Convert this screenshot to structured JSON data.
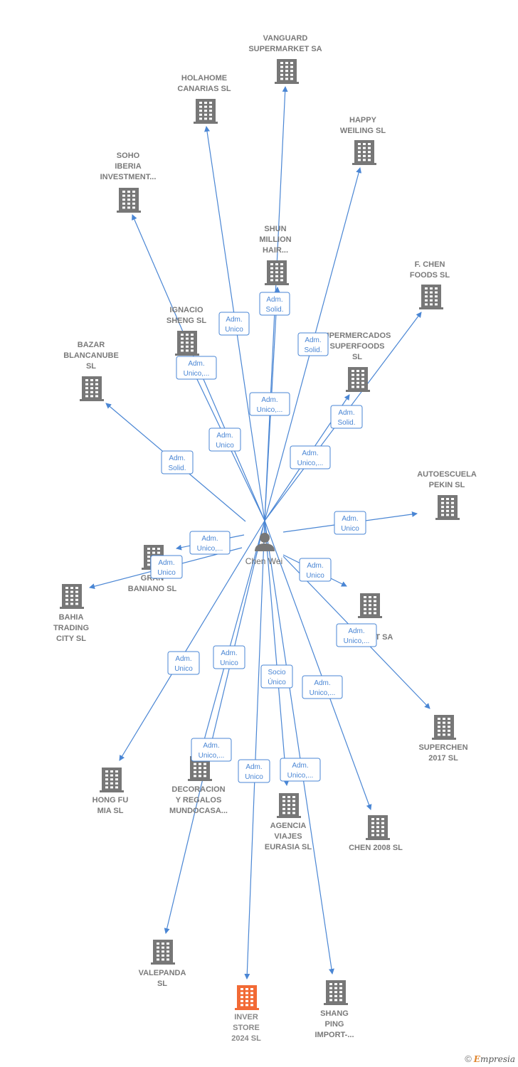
{
  "colors": {
    "edge": "#4a86d4",
    "building": "#777777",
    "highlight": "#f26a35",
    "person": "#777777"
  },
  "center": {
    "label": "Chen Wei",
    "icon": "person-icon"
  },
  "companies": [
    {
      "id": "vanguard",
      "lines": [
        "VANGUARD",
        "SUPERMARKET SA"
      ]
    },
    {
      "id": "holahome",
      "lines": [
        "HOLAHOME",
        "CANARIAS  SL"
      ]
    },
    {
      "id": "happy",
      "lines": [
        "HAPPY",
        "WEILING  SL"
      ]
    },
    {
      "id": "soho",
      "lines": [
        "SOHO",
        "IBERIA",
        "INVESTMENT..."
      ]
    },
    {
      "id": "shun",
      "lines": [
        "SHUN",
        "MILLION",
        "HAIR..."
      ]
    },
    {
      "id": "fchen",
      "lines": [
        "F.  CHEN",
        "FOODS  SL"
      ]
    },
    {
      "id": "ignacio",
      "lines": [
        "IGNACIO",
        "SHENG  SL"
      ]
    },
    {
      "id": "superfoods",
      "lines": [
        "UPERMERCADOS",
        "SUPERFOODS",
        "SL"
      ]
    },
    {
      "id": "bazar",
      "lines": [
        "BAZAR",
        "BLANCANUBE",
        "SL"
      ]
    },
    {
      "id": "autoescuela",
      "lines": [
        "AUTOESCUELA",
        "PEKIN SL"
      ]
    },
    {
      "id": "gran",
      "lines": [
        "GRAN",
        "BANIANO SL"
      ]
    },
    {
      "id": "bahia",
      "lines": [
        "BAHIA",
        "TRADING",
        "CITY SL"
      ]
    },
    {
      "id": "supermarket",
      "lines": [
        "A",
        "S...RKET SA"
      ]
    },
    {
      "id": "superchen",
      "lines": [
        "SUPERCHEN",
        "2017  SL"
      ]
    },
    {
      "id": "hongfu",
      "lines": [
        "HONG FU",
        "MIA  SL"
      ]
    },
    {
      "id": "decoracion",
      "lines": [
        "DECORACION",
        "Y REGALOS",
        "MUNDOCASA..."
      ]
    },
    {
      "id": "agencia",
      "lines": [
        "AGENCIA",
        "VIAJES",
        "EURASIA  SL"
      ]
    },
    {
      "id": "chen2008",
      "lines": [
        "CHEN 2008  SL"
      ]
    },
    {
      "id": "valepanda",
      "lines": [
        "VALEPANDA",
        "SL"
      ]
    },
    {
      "id": "inverstore",
      "lines": [
        "INVER",
        "STORE",
        "2024  SL"
      ],
      "highlight": true
    },
    {
      "id": "shangping",
      "lines": [
        "SHANG",
        "PING",
        "IMPORT-..."
      ]
    }
  ],
  "edges": [
    {
      "to": "vanguard",
      "lines": [
        "Adm.",
        "Solid."
      ]
    },
    {
      "to": "holahome",
      "lines": [
        "Adm.",
        "Unico"
      ]
    },
    {
      "to": "happy",
      "lines": [
        "Adm.",
        "Solid."
      ]
    },
    {
      "to": "soho",
      "lines": [
        "Adm.",
        "Unico,..."
      ]
    },
    {
      "to": "shun",
      "lines": [
        "Adm.",
        "Unico,..."
      ]
    },
    {
      "to": "fchen",
      "lines": [
        "Adm.",
        "Unico,..."
      ]
    },
    {
      "to": "ignacio",
      "lines": [
        "Adm.",
        "Unico"
      ]
    },
    {
      "to": "superfoods",
      "lines": [
        "Adm.",
        "Solid."
      ]
    },
    {
      "to": "bazar",
      "lines": [
        "Adm.",
        "Solid."
      ]
    },
    {
      "to": "autoescuela",
      "lines": [
        "Adm.",
        "Unico"
      ]
    },
    {
      "to": "gran",
      "lines": [
        "Adm.",
        "Unico,..."
      ]
    },
    {
      "to": "bahia",
      "lines": [
        "Adm.",
        "Unico"
      ]
    },
    {
      "to": "supermarket",
      "lines": [
        "Adm.",
        "Unico"
      ]
    },
    {
      "to": "superchen",
      "lines": [
        "Adm.",
        "Unico,..."
      ]
    },
    {
      "to": "hongfu",
      "lines": [
        "Adm.",
        "Unico"
      ]
    },
    {
      "to": "decoracion",
      "lines": [
        "Adm.",
        "Unico"
      ]
    },
    {
      "to": "agencia",
      "lines": [
        "Socio",
        "Único"
      ]
    },
    {
      "to": "chen2008",
      "lines": [
        "Adm.",
        "Unico,..."
      ]
    },
    {
      "to": "valepanda",
      "lines": [
        "Adm.",
        "Unico,..."
      ]
    },
    {
      "to": "inverstore",
      "lines": [
        "Adm.",
        "Unico"
      ]
    },
    {
      "to": "shangping",
      "lines": [
        "Adm.",
        "Unico,..."
      ]
    }
  ],
  "footer": {
    "copyright": "©",
    "brand_initial": "E",
    "brand_rest": "mpresia"
  }
}
